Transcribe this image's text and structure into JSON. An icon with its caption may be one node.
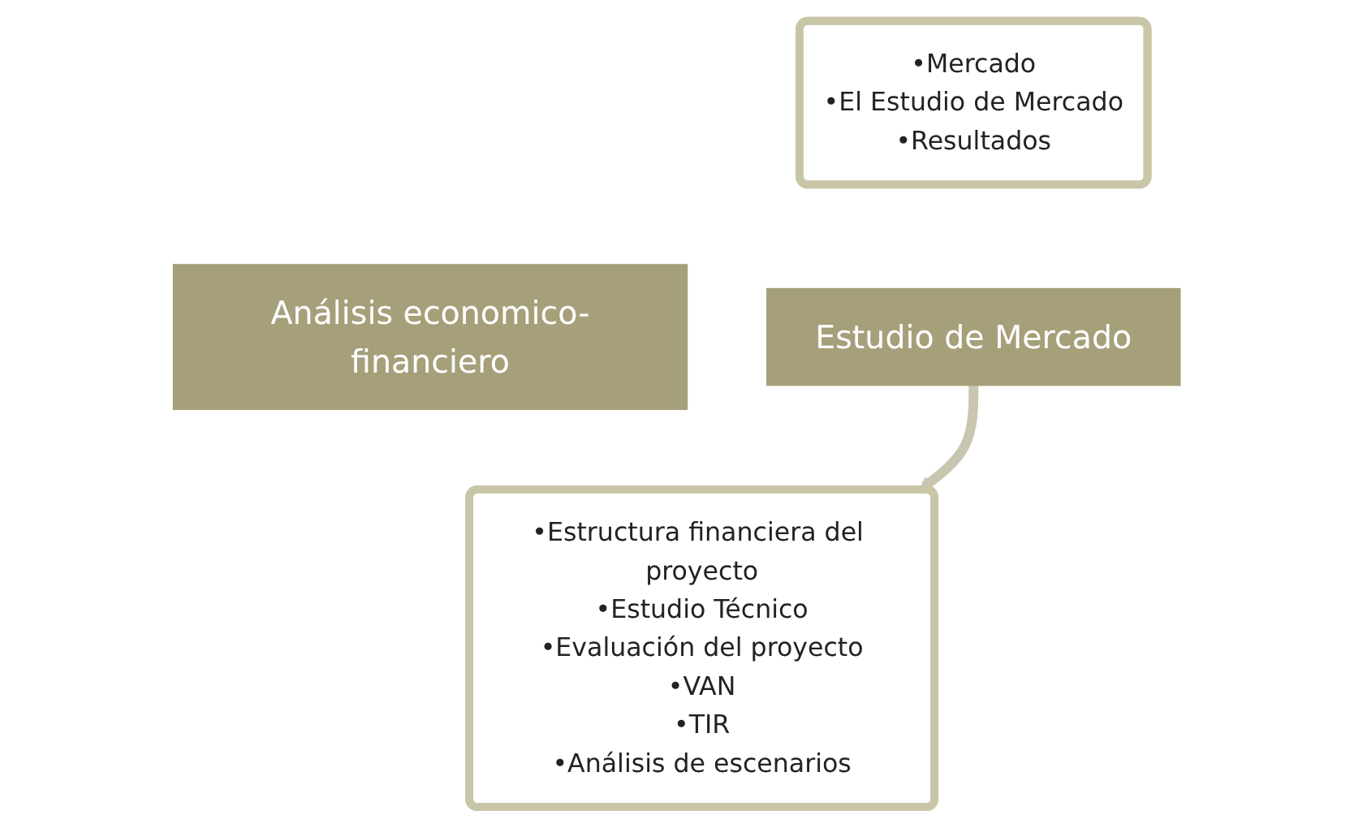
{
  "diagram": {
    "nodes": [
      {
        "text": [
          "•Mercado",
          "•El Estudio de Mercado",
          "•Resultados"
        ]
      },
      {
        "text": [
          "Estudio de Mercado"
        ]
      },
      {
        "text": [
          "Análisis economico-financiero"
        ]
      },
      {
        "text": [
          "•Estructura financiera del proyecto",
          "•Estudio Técnico",
          "•Evaluación del proyecto",
          "•VAN",
          "•TIR",
          "•Análisis de escenarios"
        ]
      }
    ],
    "edges": [
      {
        "from": 1,
        "to": 3,
        "arrow": "to"
      }
    ]
  }
}
